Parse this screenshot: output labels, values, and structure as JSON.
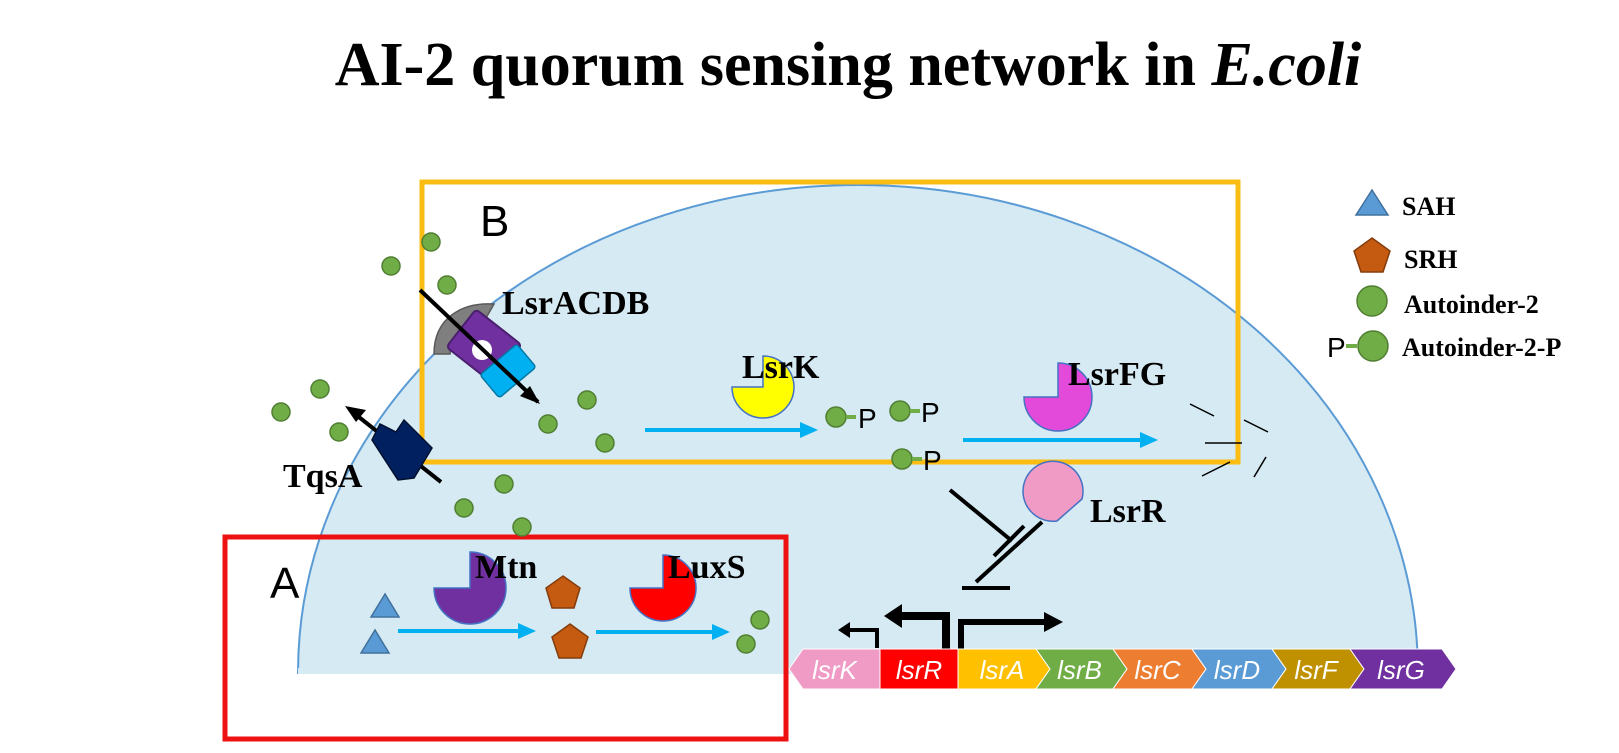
{
  "title": {
    "main": "AI-2 quorum sensing network in ",
    "organism": "E.coli"
  },
  "boxes": {
    "a_label": "A",
    "b_label": "B"
  },
  "proteins": {
    "transporter": "LsrACDB",
    "exporter": "TqsA",
    "kinase": "LsrK",
    "aldolase": "LsrFG",
    "repressor": "LsrR",
    "nucleosidase": "Mtn",
    "synthase": "LuxS"
  },
  "phospho_marker": "P",
  "legend": {
    "items": [
      {
        "icon": "triangle-icon",
        "label": "SAH"
      },
      {
        "icon": "pentagon-icon",
        "label": "SRH"
      },
      {
        "icon": "circle-icon",
        "label": "Autoinder-2"
      },
      {
        "icon": "phospho-circle-icon",
        "prefix": "P",
        "label": "Autoinder-2-P"
      }
    ]
  },
  "operon_genes": [
    {
      "name": "lsrK",
      "color": "#f09ac6"
    },
    {
      "name": "lsrR",
      "color": "#ff0000"
    },
    {
      "name": "lsrA",
      "color": "#ffc000"
    },
    {
      "name": "lsrB",
      "color": "#70ad47"
    },
    {
      "name": "lsrC",
      "color": "#ed7d31"
    },
    {
      "name": "lsrD",
      "color": "#5b9bd5"
    },
    {
      "name": "lsrF",
      "color": "#bf9000"
    },
    {
      "name": "lsrG",
      "color": "#7030a0"
    }
  ],
  "colors": {
    "cell": "#d5eaf2",
    "cell_border": "#5b9bd5",
    "box_a": "#ee1111",
    "box_b": "#fbbc14",
    "arrow": "#00b0f0",
    "ai2": "#70ad47",
    "sah": "#5b9bd5",
    "srh": "#c55a11",
    "mtn": "#7030a0",
    "luxs": "#ff0000",
    "lsrk": "#ffff00",
    "lsrfg": "#e34ad9",
    "lsrr": "#f09ac6"
  }
}
